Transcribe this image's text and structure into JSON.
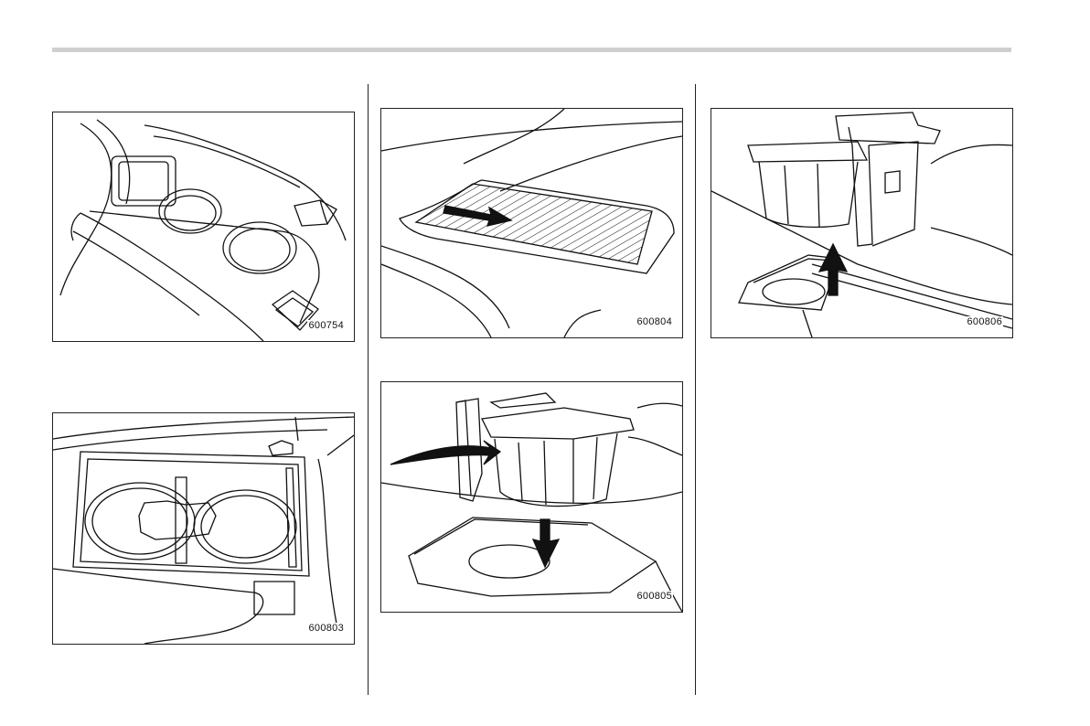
{
  "figures": [
    {
      "id": "fig1",
      "code": "600754"
    },
    {
      "id": "fig2",
      "code": "600803"
    },
    {
      "id": "fig3",
      "code": "600804"
    },
    {
      "id": "fig4",
      "code": "600805"
    },
    {
      "id": "fig5",
      "code": "600806"
    }
  ]
}
